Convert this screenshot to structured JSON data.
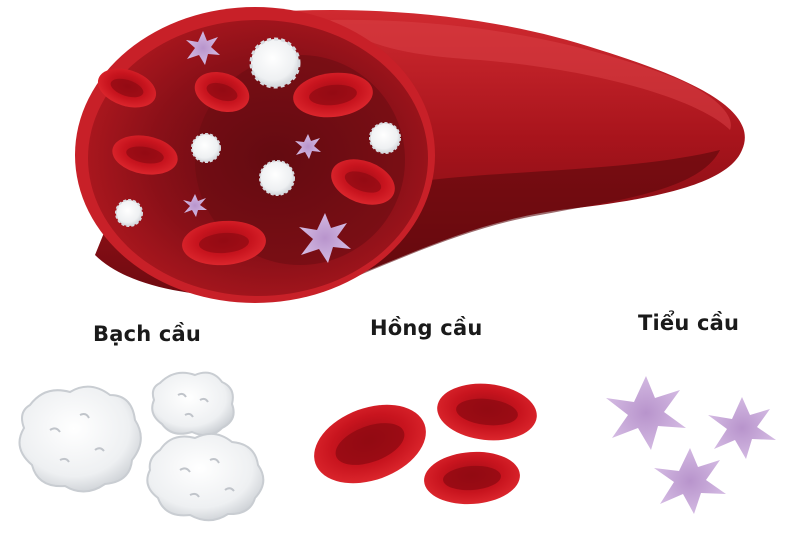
{
  "labels": {
    "white_blood_cells": "Bạch cầu",
    "red_blood_cells": "Hồng cầu",
    "platelets": "Tiểu cầu"
  },
  "colors": {
    "vessel_outer": "#c01c24",
    "vessel_dark": "#7a0c12",
    "vessel_inner": "#8e1018",
    "red_cell": "#c8141e",
    "red_cell_center": "#9c0c14",
    "white_cell": "#f2f4f6",
    "white_cell_shadow": "#c9cdd2",
    "platelet": "#c8a9d8",
    "platelet_center": "#b08cc8"
  }
}
